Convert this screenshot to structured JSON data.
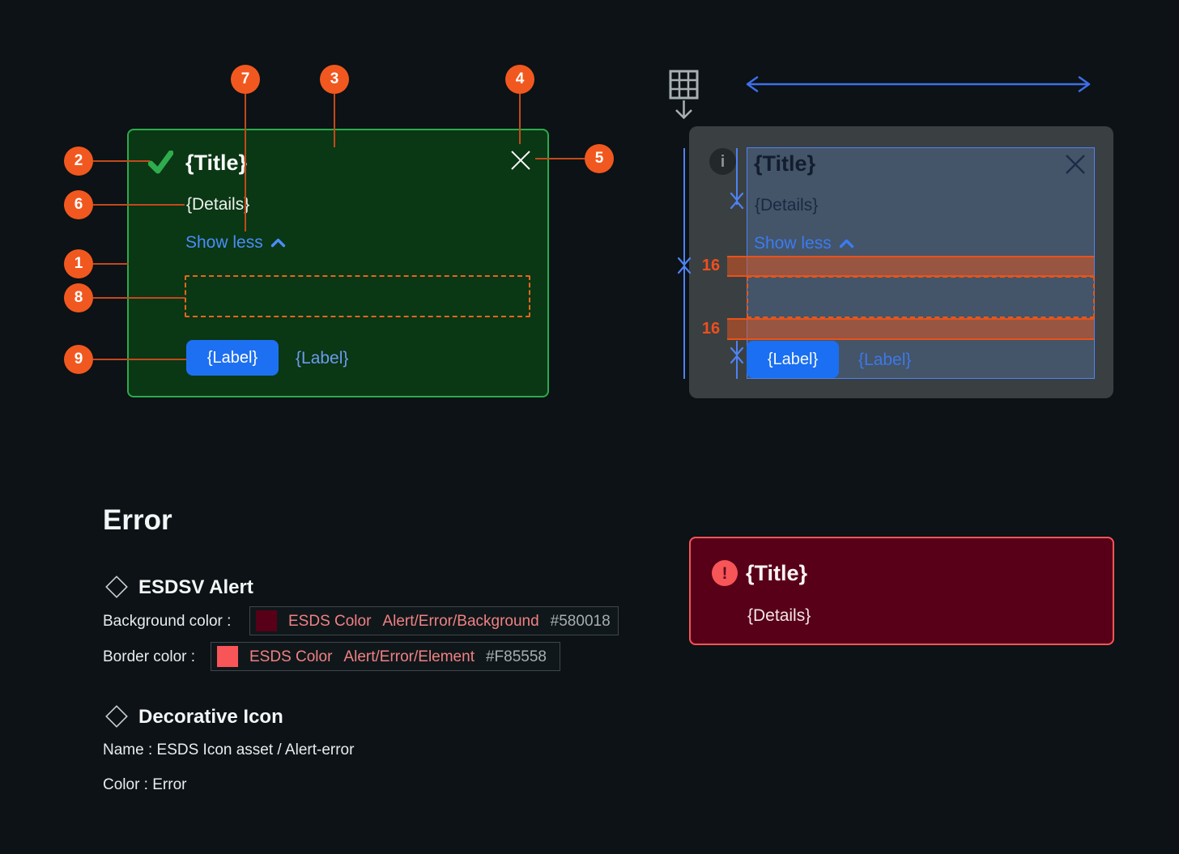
{
  "anatomy": {
    "alert": {
      "title": "{Title}",
      "details": "{Details}",
      "show_less_label": "Show less",
      "primary_button_label": "{Label}",
      "secondary_button_label": "{Label}"
    },
    "callouts": [
      "1",
      "2",
      "3",
      "4",
      "5",
      "6",
      "7",
      "8",
      "9"
    ]
  },
  "spacing_diagram": {
    "info_icon_glyph": "i",
    "gap_top": "16",
    "gap_bottom": "16",
    "alert": {
      "title": "{Title}",
      "details": "{Details}",
      "show_less_label": "Show less",
      "primary_button_label": "{Label}",
      "secondary_button_label": "{Label}"
    }
  },
  "error_section": {
    "heading": "Error",
    "alert_spec": {
      "title": "ESDSV Alert",
      "background_row": {
        "label": "Background color :",
        "token_prefix": "ESDS Color",
        "token_name": "Alert/Error/Background",
        "hex": "#580018",
        "swatch_color": "#580018"
      },
      "border_row": {
        "label": "Border color :",
        "token_prefix": "ESDS Color",
        "token_name": "Alert/Error/Element",
        "hex": "#F85558",
        "swatch_color": "#F85558"
      }
    },
    "icon_spec": {
      "title": "Decorative Icon",
      "name_line": "Name : ESDS Icon asset / Alert-error",
      "color_line": "Color : Error"
    },
    "example_alert": {
      "title": "{Title}",
      "details": "{Details}",
      "icon_glyph": "!",
      "background_color": "#580018",
      "border_color": "#F85558"
    }
  },
  "colors": {
    "page_background": "#0C1215",
    "success_background": "#0A3714",
    "success_border": "#2CAB4B",
    "accent_blue": "#1E70F2",
    "callout_orange": "#F1581F",
    "spacing_orange": "#F04E1E",
    "measure_blue": "#4E82F4"
  }
}
